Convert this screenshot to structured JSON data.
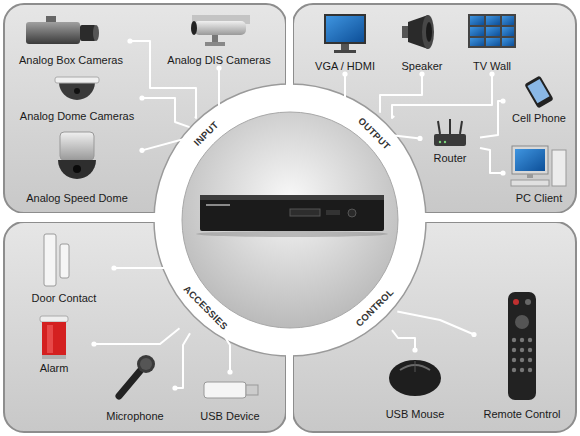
{
  "diagram": {
    "nodes": [
      {
        "text": [
          "Analog Box Cameras"
        ]
      },
      {
        "text": [
          "Analog DIS Cameras"
        ]
      },
      {
        "text": [
          "Analog Dome Cameras"
        ]
      },
      {
        "text": [
          "Analog Speed Dome"
        ]
      },
      {
        "text": [
          "VGA / HDMI"
        ]
      },
      {
        "text": [
          "Speaker"
        ]
      },
      {
        "text": [
          "TV Wall"
        ]
      },
      {
        "text": [
          "Cell Phone"
        ]
      },
      {
        "text": [
          "Router"
        ]
      },
      {
        "text": [
          "PC Client"
        ]
      },
      {
        "text": [
          "Door Contact"
        ]
      },
      {
        "text": [
          "Alarm"
        ]
      },
      {
        "text": [
          "Microphone"
        ]
      },
      {
        "text": [
          "USB Device"
        ]
      },
      {
        "text": [
          "USB Mouse"
        ]
      },
      {
        "text": [
          "Remote Control"
        ]
      },
      {
        "text": [
          "INPUT"
        ]
      },
      {
        "text": [
          "OUTPUT"
        ]
      },
      {
        "text": [
          "ACCESSIES"
        ]
      },
      {
        "text": [
          "CONTROL"
        ]
      }
    ],
    "edges": [
      {
        "from": 0,
        "to": 16,
        "arrow": "none"
      },
      {
        "from": 1,
        "to": 16,
        "arrow": "none"
      },
      {
        "from": 2,
        "to": 16,
        "arrow": "none"
      },
      {
        "from": 3,
        "to": 16,
        "arrow": "none"
      },
      {
        "from": 4,
        "to": 17,
        "arrow": "none"
      },
      {
        "from": 5,
        "to": 17,
        "arrow": "none"
      },
      {
        "from": 6,
        "to": 17,
        "arrow": "none"
      },
      {
        "from": 7,
        "to": 8,
        "arrow": "none"
      },
      {
        "from": 9,
        "to": 8,
        "arrow": "none"
      },
      {
        "from": 8,
        "to": 17,
        "arrow": "none"
      },
      {
        "from": 10,
        "to": 18,
        "arrow": "none"
      },
      {
        "from": 11,
        "to": 18,
        "arrow": "none"
      },
      {
        "from": 12,
        "to": 18,
        "arrow": "none"
      },
      {
        "from": 13,
        "to": 18,
        "arrow": "none"
      },
      {
        "from": 14,
        "to": 19,
        "arrow": "none"
      },
      {
        "from": 15,
        "to": 19,
        "arrow": "none"
      }
    ]
  }
}
